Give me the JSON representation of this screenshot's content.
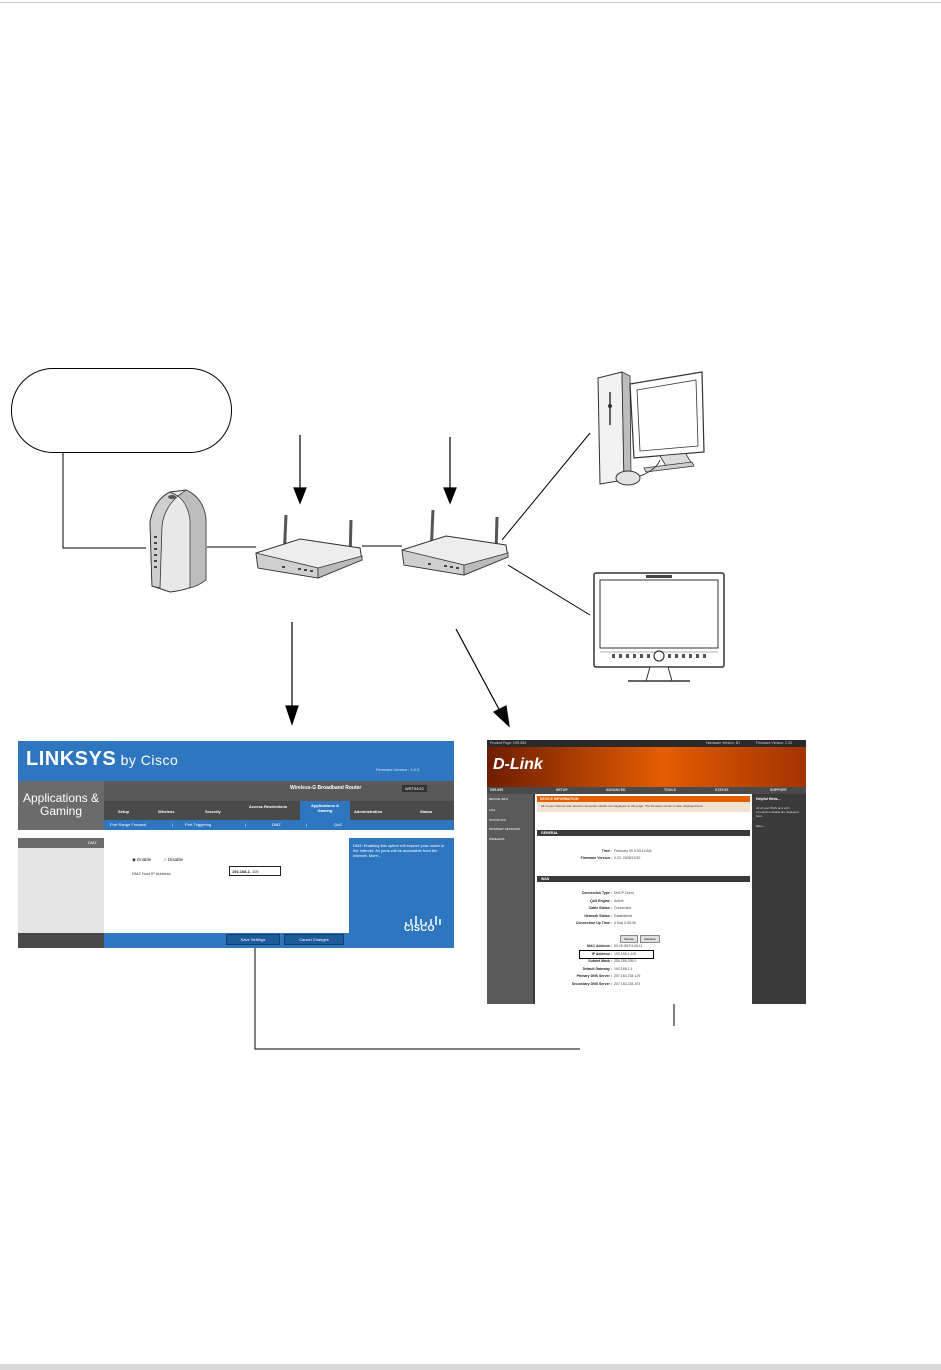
{
  "diagram": {
    "devices": [
      {
        "name": "modem-icon"
      },
      {
        "name": "router-icon"
      },
      {
        "name": "router-icon"
      },
      {
        "name": "desktop-computer-icon"
      },
      {
        "name": "dvr-monitor-icon"
      }
    ]
  },
  "linksys": {
    "logo": "LINKSYS",
    "logo_suffix": "by Cisco",
    "firmware": "Firmware Version : 1.0.0",
    "section": "Applications & Gaming",
    "product": "Wireless-G Broadband Router",
    "model": "WRT54G2",
    "tabs": [
      "Setup",
      "Wireless",
      "Security",
      "Access Restrictions",
      "Applications & Gaming",
      "Administration",
      "Status"
    ],
    "subtabs": [
      "Port Range Forward",
      "|",
      "Port Triggering",
      "|",
      "DMZ",
      "|",
      "QoS"
    ],
    "side_label": "DMZ",
    "radio_enable": "◉ Enable",
    "radio_disable": "○ Disable",
    "ip_label": "DMZ Host IP Address:",
    "ip_prefix": "192.168.1.",
    "ip_last": "100",
    "help": "DMZ: Enabling this option will expose your router to the Internet. All ports will be accessible from the Internet. More...",
    "cisco": "CISCO",
    "save": "Save Settings",
    "cancel": "Cancel Changes"
  },
  "dlink": {
    "top_left": "Product Page: DIR-655",
    "top_mid": "Hardware Version: B1",
    "top_right": "Firmware Version: 2.20",
    "logo": "D-Link",
    "nav": [
      "DIR-655",
      "SETUP",
      "ADVANCED",
      "TOOLS",
      "STATUS",
      "SUPPORT"
    ],
    "side": [
      "DEVICE INFO",
      "LOG",
      "STATISTICS",
      "INTERNET SESSIONS",
      "WIRELESS"
    ],
    "device_info": "DEVICE INFORMATION",
    "intro": "All of your Internet and network connection details are displayed on this page. The firmware version is also displayed here.",
    "general": "GENERAL",
    "general_rows": [
      {
        "k": "Time :",
        "v": "February 09 9:33:14 AM"
      },
      {
        "k": "Firmware Version :",
        "v": "2.20,  2008/12/30"
      }
    ],
    "wan": "WAN",
    "wan_rows": [
      {
        "k": "Connection Type :",
        "v": "DHCP Client"
      },
      {
        "k": "QoS Engine :",
        "v": "Active"
      },
      {
        "k": "Cable Status :",
        "v": "Connected"
      },
      {
        "k": "Network Status :",
        "v": "Established"
      },
      {
        "k": "Connection Up Time :",
        "v": "0 Day 0:06:36"
      }
    ],
    "renew": "Renew",
    "release": "Release",
    "wan_rows2": [
      {
        "k": "MAC Address :",
        "v": "00:1E:58:F4:45:11"
      },
      {
        "k": "IP Address :",
        "v": "192.168.1.100"
      },
      {
        "k": "Subnet Mask :",
        "v": "255.255.255.0"
      },
      {
        "k": "Default Gateway :",
        "v": "192.168.1.1"
      },
      {
        "k": "Primary DNS Server :",
        "v": "207.164.234.129"
      },
      {
        "k": "Secondary DNS Server :",
        "v": "207.164.234.193"
      }
    ],
    "hint_title": "Helpful Hints...",
    "hint": "All of your WAN and LAN connection details are displayed here.",
    "more": "More..."
  }
}
